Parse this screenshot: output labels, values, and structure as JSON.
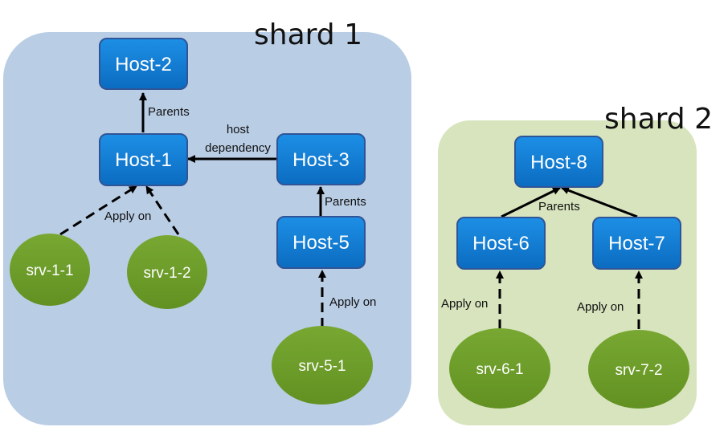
{
  "shards": [
    {
      "id": "shard1",
      "label": "shard 1",
      "color": "#b9cde5"
    },
    {
      "id": "shard2",
      "label": "shard 2",
      "color": "#d7e4bd"
    }
  ],
  "hosts": [
    {
      "id": "host2",
      "label": "Host-2"
    },
    {
      "id": "host1",
      "label": "Host-1"
    },
    {
      "id": "host3",
      "label": "Host-3"
    },
    {
      "id": "host5",
      "label": "Host-5"
    },
    {
      "id": "host8",
      "label": "Host-8"
    },
    {
      "id": "host6",
      "label": "Host-6"
    },
    {
      "id": "host7",
      "label": "Host-7"
    }
  ],
  "services": [
    {
      "id": "srv11",
      "label": "srv-1-1"
    },
    {
      "id": "srv12",
      "label": "srv-1-2"
    },
    {
      "id": "srv51",
      "label": "srv-5-1"
    },
    {
      "id": "srv61",
      "label": "srv-6-1"
    },
    {
      "id": "srv72",
      "label": "srv-7-2"
    }
  ],
  "edge_labels": {
    "parents_h1_h2": "Parents",
    "host_dependency_line1": "host",
    "host_dependency_line2": "dependency",
    "apply_on_srv1": "Apply on",
    "parents_h5_h3": "Parents",
    "apply_on_srv5": "Apply on",
    "parents_h6_h7_h8": "Parents",
    "apply_on_srv6": "Apply on",
    "apply_on_srv7": "Apply on"
  },
  "colors": {
    "host_fill": "#0f7fd8",
    "host_stroke": "#2f5597",
    "service_fill": "#6e9e2a",
    "edge": "#000000"
  }
}
